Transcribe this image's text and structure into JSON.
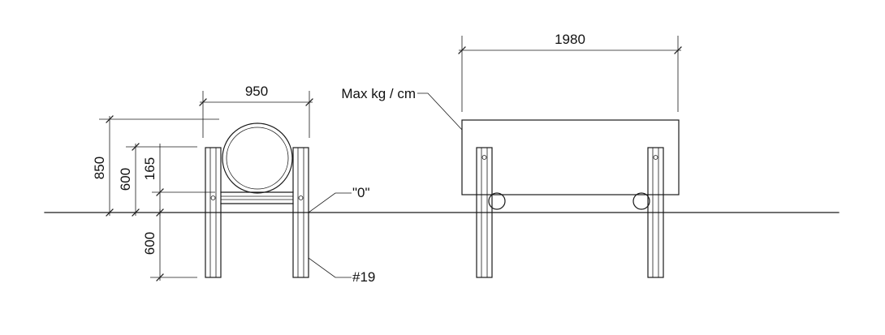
{
  "dimensions": {
    "width_left": "950",
    "width_right": "1980",
    "height_total": "850",
    "height_upper": "600",
    "height_gap": "165",
    "depth_below": "600"
  },
  "labels": {
    "load": "Max kg / cm",
    "ground_level": "\"0\"",
    "post_ref": "#19"
  },
  "colors": {
    "line": "#1a1a1a",
    "background": "#ffffff"
  }
}
